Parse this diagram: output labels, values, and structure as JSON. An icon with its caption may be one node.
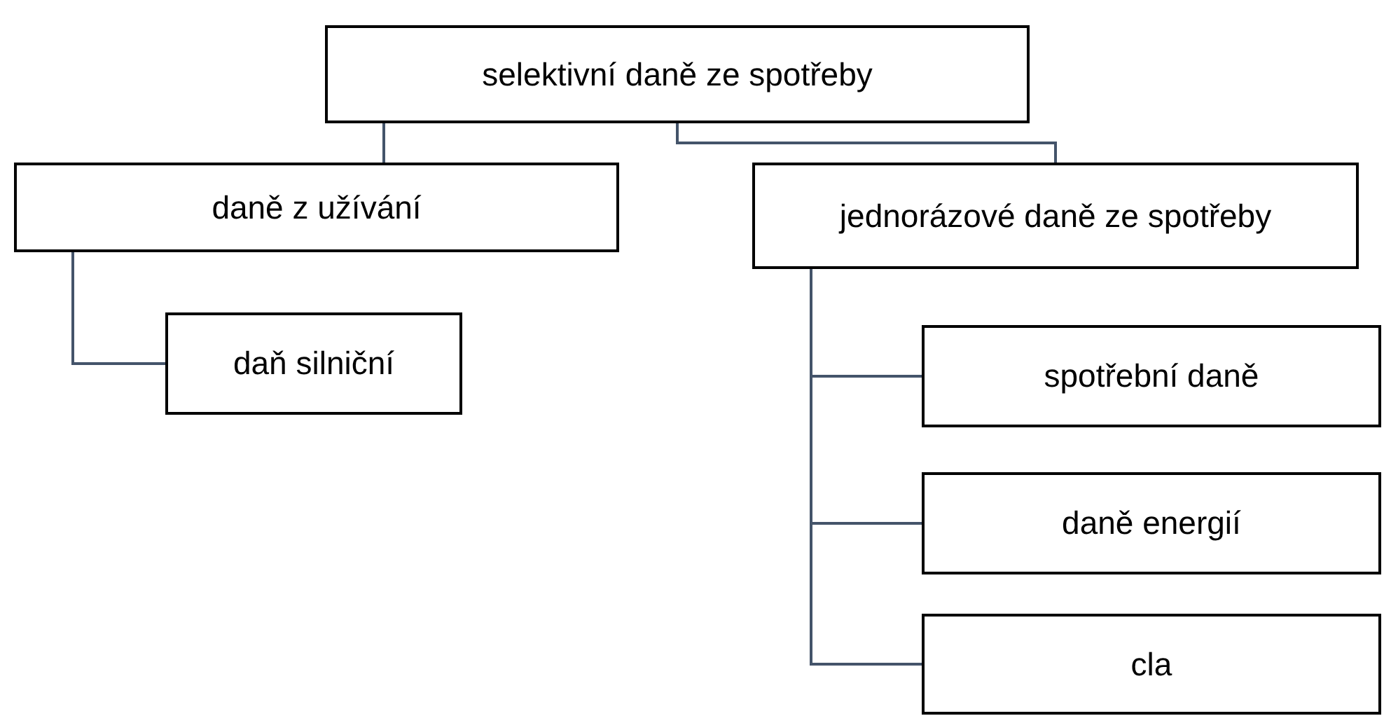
{
  "diagram": {
    "nodes": [
      {
        "text": [
          "selektivní daně ze spotřeby"
        ]
      },
      {
        "text": [
          "daně z užívání"
        ]
      },
      {
        "text": [
          "jednorázové daně ze spotřeby"
        ]
      },
      {
        "text": [
          "daň silniční"
        ]
      },
      {
        "text": [
          "spotřební daně"
        ]
      },
      {
        "text": [
          "daně energií"
        ]
      },
      {
        "text": [
          "cla"
        ]
      }
    ],
    "edges": [
      {
        "from": 0,
        "to": 1,
        "arrow": "none"
      },
      {
        "from": 0,
        "to": 2,
        "arrow": "none"
      },
      {
        "from": 1,
        "to": 3,
        "arrow": "none"
      },
      {
        "from": 2,
        "to": 4,
        "arrow": "none"
      },
      {
        "from": 2,
        "to": 5,
        "arrow": "none"
      },
      {
        "from": 2,
        "to": 6,
        "arrow": "none"
      }
    ]
  }
}
